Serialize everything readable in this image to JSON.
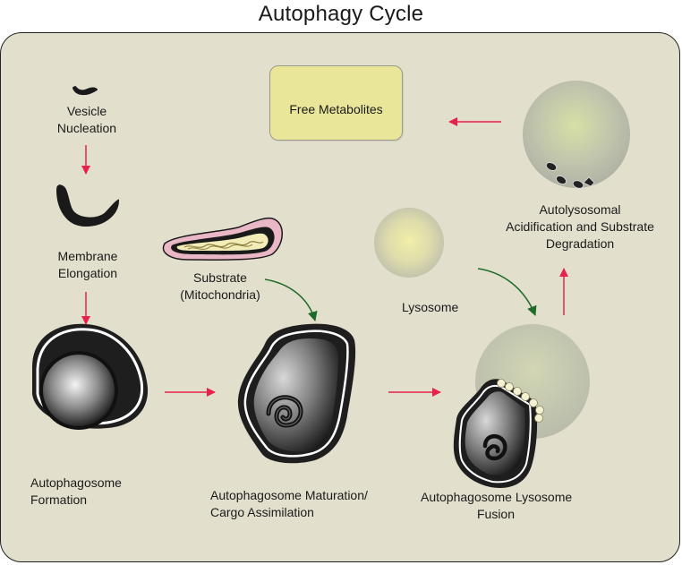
{
  "title": "Autophagy Cycle",
  "colors": {
    "panel_background": "#e3dfcd",
    "arrow_red": "#e8224a",
    "arrow_green": "#1f6b2a",
    "metabolites_box": "#e9e69a",
    "lysosome": "#c7c9b4",
    "lysosome_glow": "#edecaa",
    "vesicle": "#1a1a1a",
    "mitochondria_membrane": "#e9b7c6"
  },
  "stages": {
    "vesicle_nucleation": [
      "Vesicle",
      "Nucleation"
    ],
    "membrane_elongation": [
      "Membrane",
      "Elongation"
    ],
    "autophagosome_formation": [
      "Autophagosome",
      "Formation"
    ],
    "substrate": [
      "Substrate",
      "(Mitochondria)"
    ],
    "maturation": [
      "Autophagosome Maturation/",
      "Cargo Assimilation"
    ],
    "lysosome": "Lysosome",
    "fusion": [
      "Autophagosome Lysosome",
      "Fusion"
    ],
    "degradation": [
      "Autolysosomal",
      "Acidification and Substrate",
      "Degradation"
    ],
    "free_metabolites": "Free  Metabolites"
  }
}
